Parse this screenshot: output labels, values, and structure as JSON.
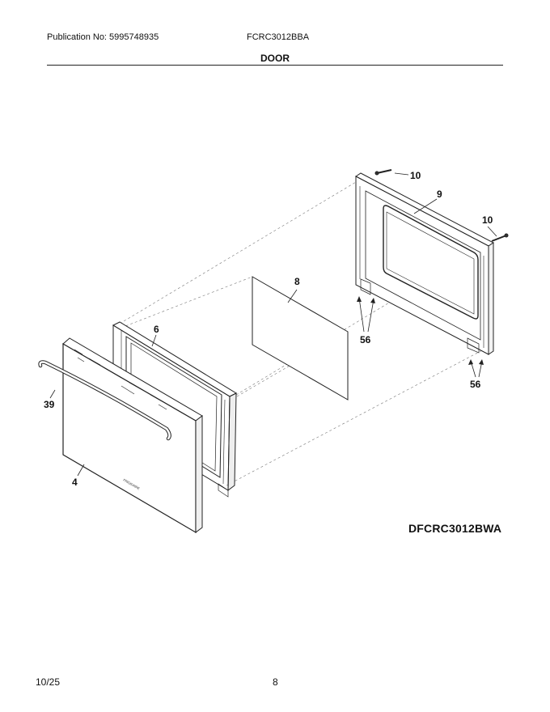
{
  "header": {
    "publication": "Publication No: 5995748935",
    "model": "FCRC3012BBA",
    "section_title": "DOOR"
  },
  "diagram": {
    "model_tag": "DFCRC3012BWA",
    "brand_mark": "FRIGIDAIRE",
    "callouts": {
      "c10a": "10",
      "c9": "9",
      "c10b": "10",
      "c8": "8",
      "c56a": "56",
      "c56b": "56",
      "c6": "6",
      "c39": "39",
      "c4": "4"
    }
  },
  "footer": {
    "date": "10/25",
    "page": "8"
  }
}
